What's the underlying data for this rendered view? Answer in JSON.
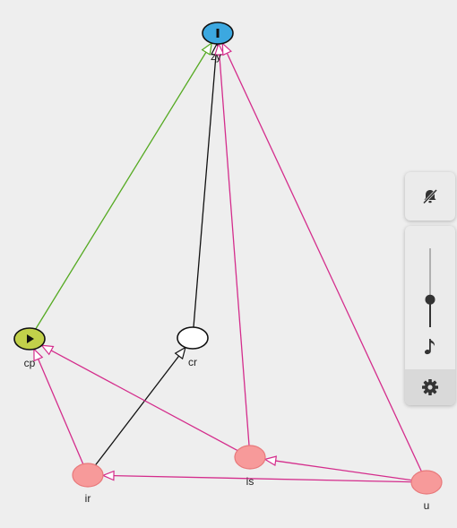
{
  "nodes": [
    {
      "id": "zy",
      "label": "zy",
      "fill": "#3ca8e0",
      "icon": "pause-icon"
    },
    {
      "id": "cp",
      "label": "cp",
      "fill": "#c2d14a",
      "icon": "play-icon"
    },
    {
      "id": "cr",
      "label": "cr",
      "fill": "#ffffff",
      "icon": ""
    },
    {
      "id": "ir",
      "label": "ir",
      "fill": "#f79a9a",
      "icon": ""
    },
    {
      "id": "is",
      "label": "is",
      "fill": "#f79a9a",
      "icon": ""
    },
    {
      "id": "u",
      "label": "u",
      "fill": "#f79a9a",
      "icon": ""
    }
  ],
  "edges": [
    {
      "from": "cp",
      "to": "zy",
      "color": "#55aa22"
    },
    {
      "from": "cr",
      "to": "zy",
      "color": "#111111"
    },
    {
      "from": "is",
      "to": "zy",
      "color": "#d42d8c"
    },
    {
      "from": "u",
      "to": "zy",
      "color": "#d42d8c"
    },
    {
      "from": "ir",
      "to": "cr",
      "color": "#111111"
    },
    {
      "from": "ir",
      "to": "cp",
      "color": "#d42d8c"
    },
    {
      "from": "is",
      "to": "cp",
      "color": "#d42d8c"
    },
    {
      "from": "u",
      "to": "is",
      "color": "#d42d8c"
    },
    {
      "from": "u",
      "to": "ir",
      "color": "#d42d8c"
    }
  ],
  "controls": {
    "mute_icon": "bell-off-icon",
    "volume_level": 0.35,
    "music_icon": "music-note-icon",
    "settings_icon": "gear-icon"
  }
}
